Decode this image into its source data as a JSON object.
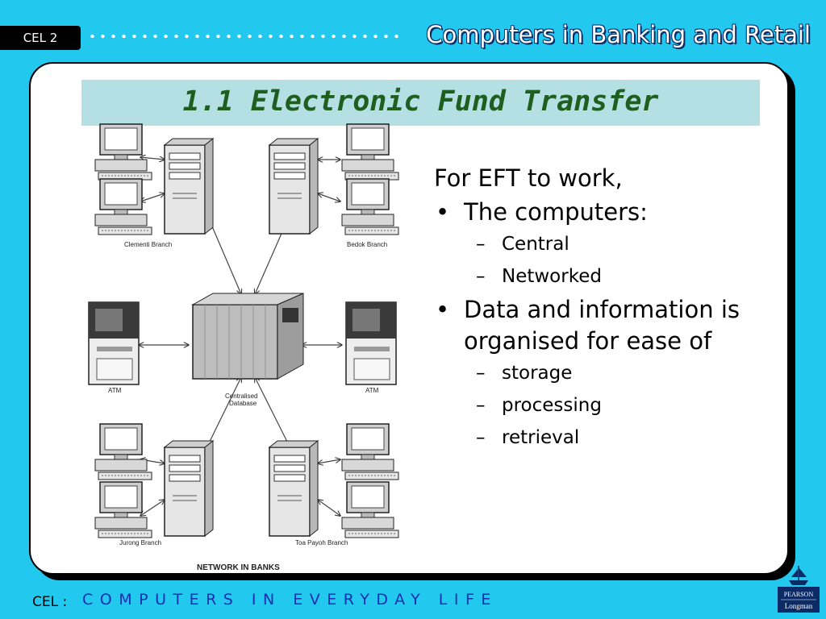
{
  "header": {
    "course_code": "CEL 2",
    "course_title": "Computers in Banking and Retail"
  },
  "slide": {
    "title": "1.1 Electronic Fund Transfer",
    "intro": "For EFT to work,",
    "bullets": [
      {
        "text": "The computers:",
        "subitems": [
          "Central",
          "Networked"
        ]
      },
      {
        "text": "Data and information is organised for ease of",
        "subitems": [
          "storage",
          "processing",
          "retrieval"
        ]
      }
    ],
    "bullet_marker": "•",
    "sub_marker": "–"
  },
  "diagram": {
    "branches": [
      "Clementi Branch",
      "Bedok Branch",
      "Jurong Branch",
      "Toa Payoh Branch"
    ],
    "atm_label": "ATM",
    "database_label_line1": "Centralised",
    "database_label_line2": "Database",
    "caption": "NETWORK IN BANKS"
  },
  "footer": {
    "label": "CEL :",
    "series": "COMPUTERS IN EVERYDAY LIFE"
  },
  "logo": {
    "line1": "PEARSON",
    "line2": "Longman"
  },
  "colors": {
    "background": "#22c8ee",
    "title_bar": "#b4dfe3",
    "title_text": "#1e5e1e",
    "footer_text": "#1a2fb0",
    "logo_bg": "#0b2a66"
  }
}
